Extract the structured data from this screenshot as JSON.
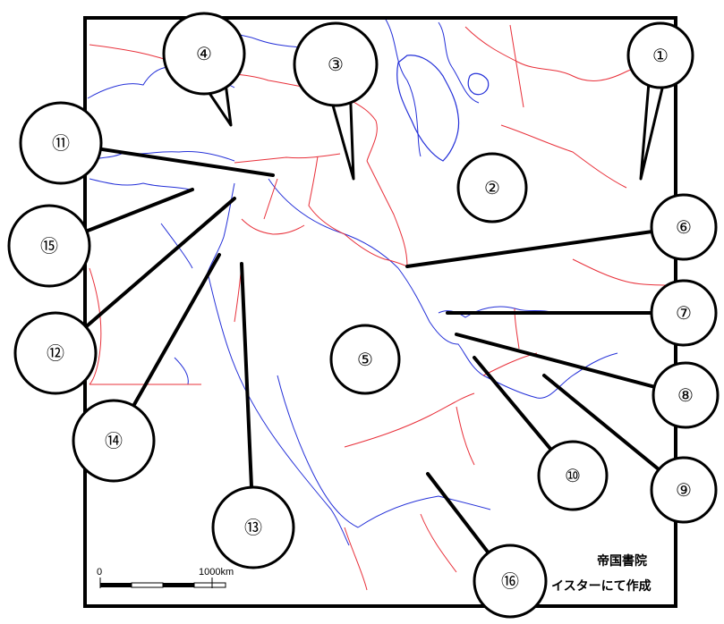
{
  "map": {
    "labels": [
      "①",
      "②",
      "③",
      "④",
      "⑤",
      "⑥",
      "⑦",
      "⑧",
      "⑨",
      "⑩",
      "⑪",
      "⑫",
      "⑬",
      "⑭",
      "⑮",
      "⑯"
    ],
    "scale": {
      "start": "0",
      "end": "1000km"
    },
    "credit": {
      "line1": "帝国書院",
      "line2": "イスターにて作成"
    }
  }
}
